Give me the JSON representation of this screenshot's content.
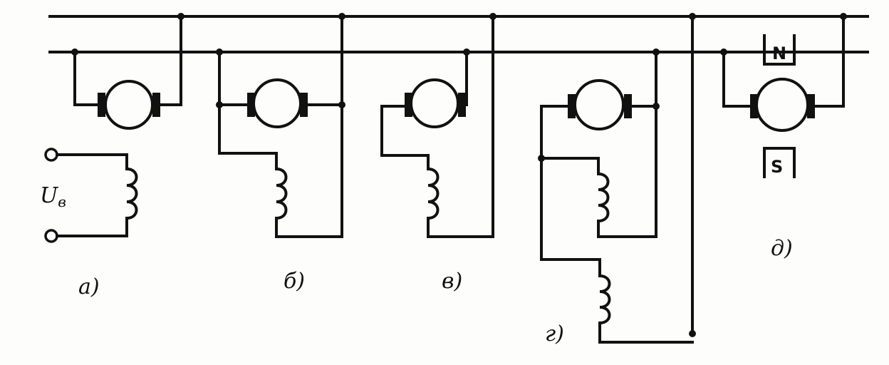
{
  "labels": {
    "a": "а)",
    "b": "б)",
    "v": "в)",
    "g": "г)",
    "d": "д)",
    "voltage": "U",
    "voltage_sub": "в"
  },
  "poles": {
    "north": "N",
    "south": "S"
  }
}
